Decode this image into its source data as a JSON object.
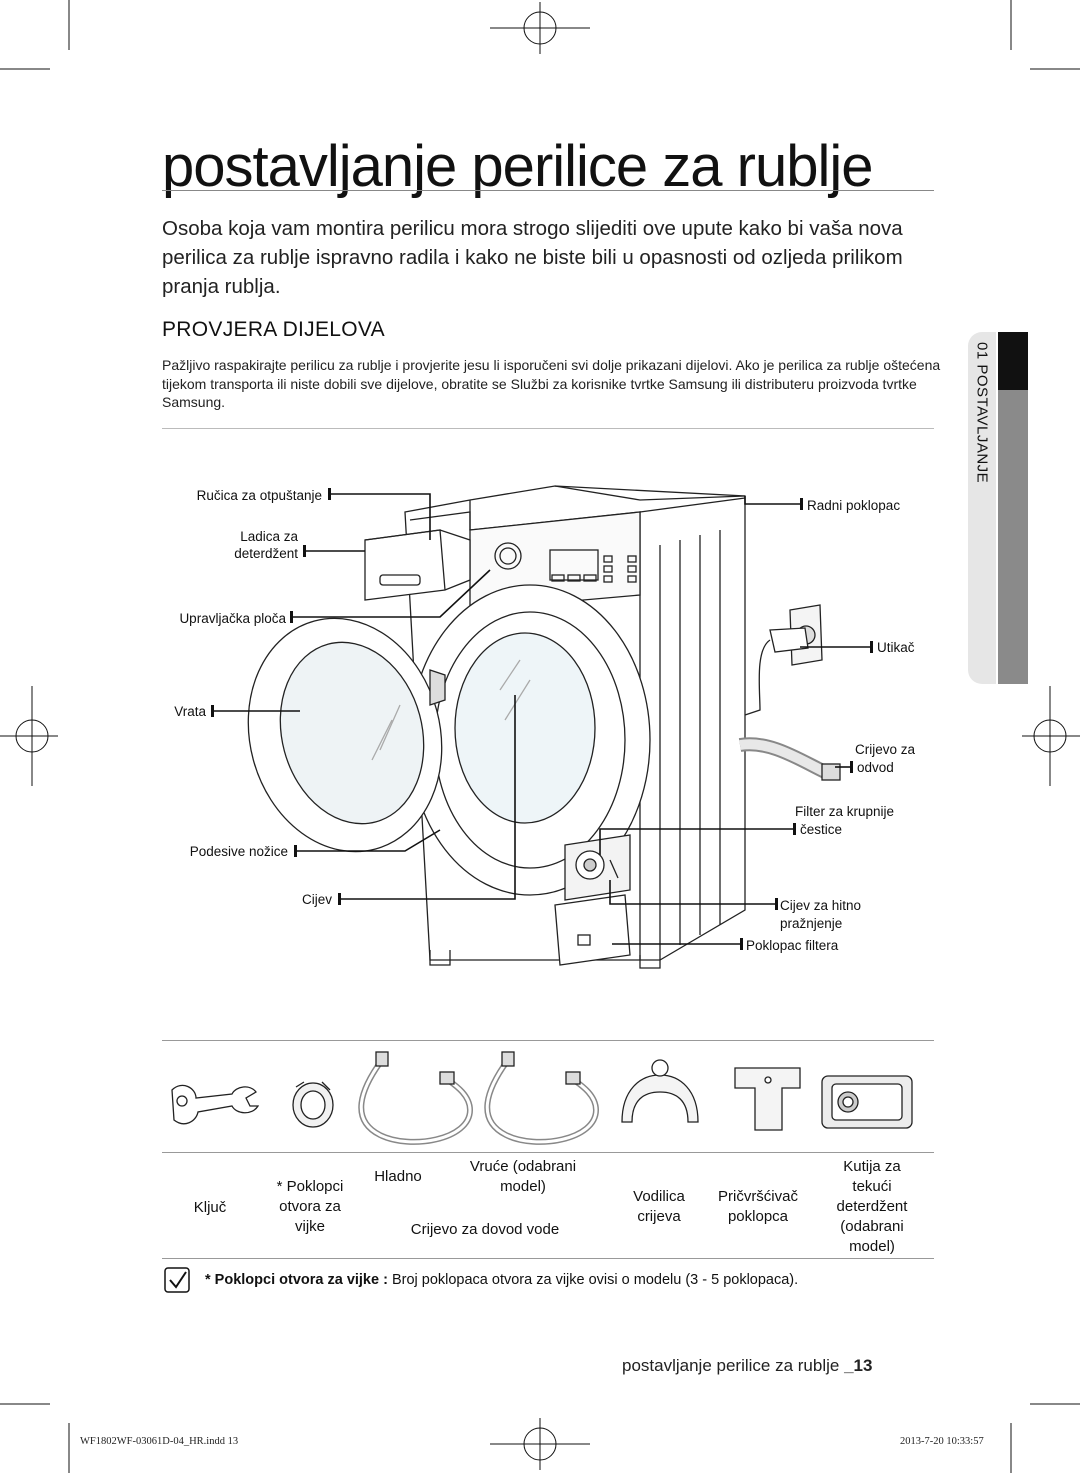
{
  "page": {
    "title": "postavljanje perilice za rublje",
    "intro": "Osoba koja vam montira perilicu mora strogo slijediti ove upute kako bi vaša nova perilica za rublje ispravno radila i kako ne biste bili u opasnosti od ozljeda prilikom pranja rublja.",
    "section_heading": "PROVJERA DIJELOVA",
    "section_text": "Pažljivo raspakirajte perilicu za rublje i provjerite jesu li isporučeni svi dolje prikazani dijelovi. Ako je perilica za rublje oštećena tijekom transporta ili niste dobili sve dijelove, obratite se Službi za korisnike tvrtke Samsung ili distributeru proizvoda tvrtke Samsung.",
    "side_tab": "01 POSTAVLJANJE"
  },
  "diagram": {
    "labels": {
      "rucica": "Ručica za otpuštanje",
      "ladica_1": "Ladica za",
      "ladica_2": "deterdžent",
      "upravljacka": "Upravljačka ploča",
      "vrata": "Vrata",
      "nozice": "Podesive nožice",
      "cijev": "Cijev",
      "radni": "Radni poklopac",
      "utikac": "Utikač",
      "crijevo_1": "Crijevo za",
      "crijevo_2": "odvod",
      "filter_1": "Filter za krupnije",
      "filter_2": "čestice",
      "hitno_1": "Cijev za hitno",
      "hitno_2": "pražnjenje",
      "poklopac_filtera": "Poklopac filtera"
    }
  },
  "parts": {
    "kljuc": "Ključ",
    "poklopci_1": "* Poklopci",
    "poklopci_2": "otvora za",
    "poklopci_3": "vijke",
    "hladno": "Hladno",
    "vruce_1": "Vruće (odabrani",
    "vruce_2": "model)",
    "crijevo_dovod": "Crijevo za dovod vode",
    "vodilica_1": "Vodilica",
    "vodilica_2": "crijeva",
    "pricvrscivac_1": "Pričvršćivač",
    "pricvrscivac_2": "poklopca",
    "kutija_1": "Kutija za",
    "kutija_2": "tekući",
    "kutija_3": "deterdžent",
    "kutija_4": "(odabrani",
    "kutija_5": "model)"
  },
  "note": {
    "bold": "* Poklopci otvora za vijke :",
    "text": " Broj poklopaca otvora za vijke ovisi o modelu (3 - 5 poklopaca)."
  },
  "footer": {
    "text": "postavljanje perilice za rublje",
    "page": "_13",
    "slug_left": "WF1802WF-03061D-04_HR.indd   13",
    "slug_right": "2013-7-20   10:33:57"
  }
}
